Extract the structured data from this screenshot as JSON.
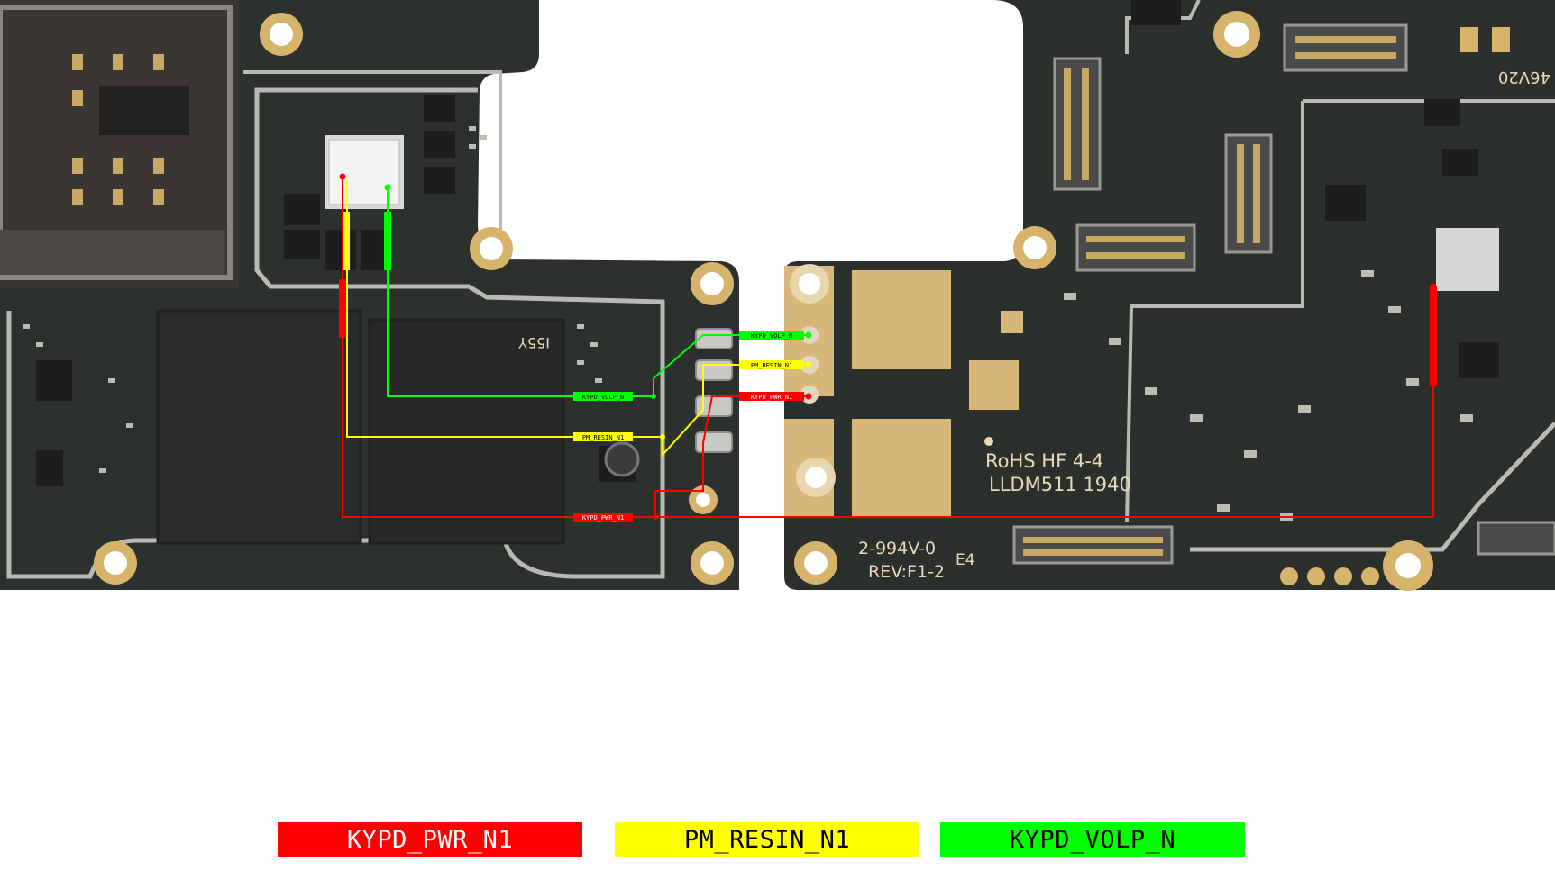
{
  "colors": {
    "pwr": "#ff0000",
    "resin": "#ffff00",
    "volp": "#00ff00",
    "pcb": "#2b2f2c",
    "gold": "#d8b77a"
  },
  "silkscreen": {
    "rohs": "RoHS HF 4-4",
    "lldm": "LLDM511 1940",
    "partno": "2-994V-0",
    "rev": "REV:F1-2",
    "e4": "E4",
    "chip_a": "I55Y",
    "chip_b": "46V20"
  },
  "trace_labels": {
    "pwr": "KYPD_PWR_N1",
    "resin": "PM_RESIN_N1",
    "volp": "KYPD_VOLP_N"
  },
  "legend": [
    {
      "label": "KYPD_PWR_N1",
      "color": "#ff0000"
    },
    {
      "label": "PM_RESIN_N1",
      "color": "#ffff00"
    },
    {
      "label": "KYPD_VOLP_N",
      "color": "#00ff00"
    }
  ]
}
